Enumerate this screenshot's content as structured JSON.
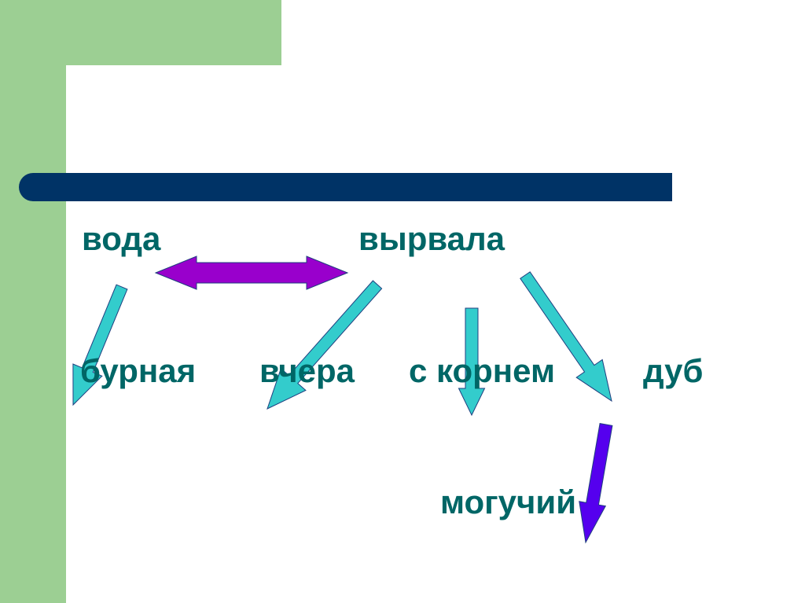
{
  "words": {
    "voda": "вода",
    "vyrvala": "вырвала",
    "burnaya": "бурная",
    "vchera": "вчера",
    "s_kornem": "с корнем",
    "dub": "дуб",
    "moguchiy": "могучий"
  },
  "colors": {
    "text": "#006666",
    "sidebar_green": "#9ccf93",
    "title_bar": "#003366",
    "cyan_arrow": "#33cccc",
    "double_arrow": "#9900cc",
    "purple_arrow": "#5500ee"
  }
}
